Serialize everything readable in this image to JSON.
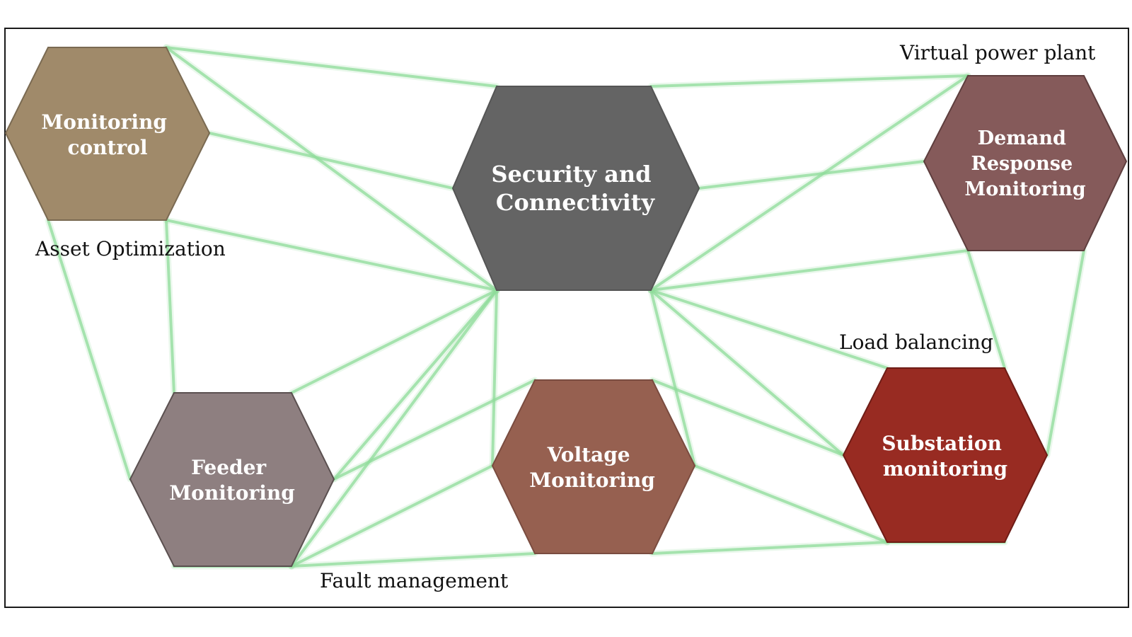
{
  "diagram": {
    "edge_color": "#8fdc9a",
    "nodes": [
      {
        "id": "monitoring-control",
        "lines": [
          "Monitoring",
          "control"
        ],
        "color": "#a08a6a"
      },
      {
        "id": "security-connectivity",
        "lines": [
          "Security and",
          "Connectivity"
        ],
        "color": "#646464"
      },
      {
        "id": "demand-response",
        "lines": [
          "Demand",
          "Response",
          "Monitoring"
        ],
        "color": "#855a5a"
      },
      {
        "id": "feeder-monitoring",
        "lines": [
          "Feeder",
          "Monitoring"
        ],
        "color": "#8e7f80"
      },
      {
        "id": "voltage-monitoring",
        "lines": [
          "Voltage",
          "Monitoring"
        ],
        "color": "#966050"
      },
      {
        "id": "substation-monitoring",
        "lines": [
          "Substation",
          "monitoring"
        ],
        "color": "#982b22"
      }
    ],
    "labels": {
      "virtual_power_plant": "Virtual power plant",
      "asset_optimization": "Asset Optimization",
      "load_balancing": "Load balancing",
      "fault_management": "Fault management"
    }
  }
}
